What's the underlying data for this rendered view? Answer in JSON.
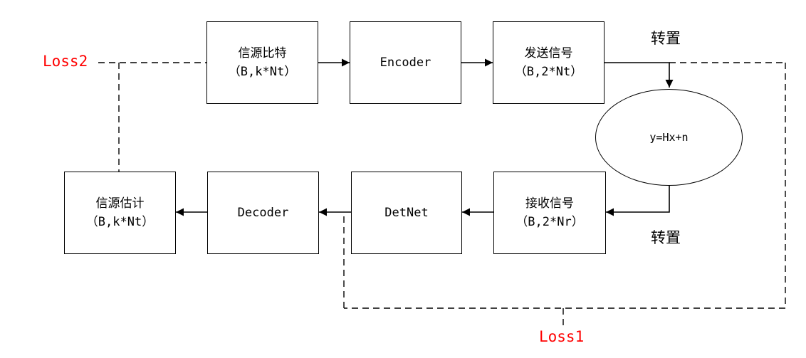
{
  "colors": {
    "line": "#000000",
    "loss": "#ff0000"
  },
  "blocks": {
    "source_bits": {
      "line1": "信源比特",
      "line2": "（B,k*Nt）"
    },
    "encoder": {
      "line1": "Encoder"
    },
    "tx_signal": {
      "line1": "发送信号",
      "line2": "（B,2*Nt）"
    },
    "channel": {
      "line1": "y=Hx+n"
    },
    "rx_signal": {
      "line1": "接收信号",
      "line2": "（B,2*Nr）"
    },
    "detnet": {
      "line1": "DetNet"
    },
    "decoder": {
      "line1": "Decoder"
    },
    "source_est": {
      "line1": "信源估计",
      "line2": "（B,k*Nt）"
    }
  },
  "labels": {
    "transpose_top": "转置",
    "transpose_bottom": "转置"
  },
  "losses": {
    "loss1": "Loss1",
    "loss2": "Loss2"
  }
}
